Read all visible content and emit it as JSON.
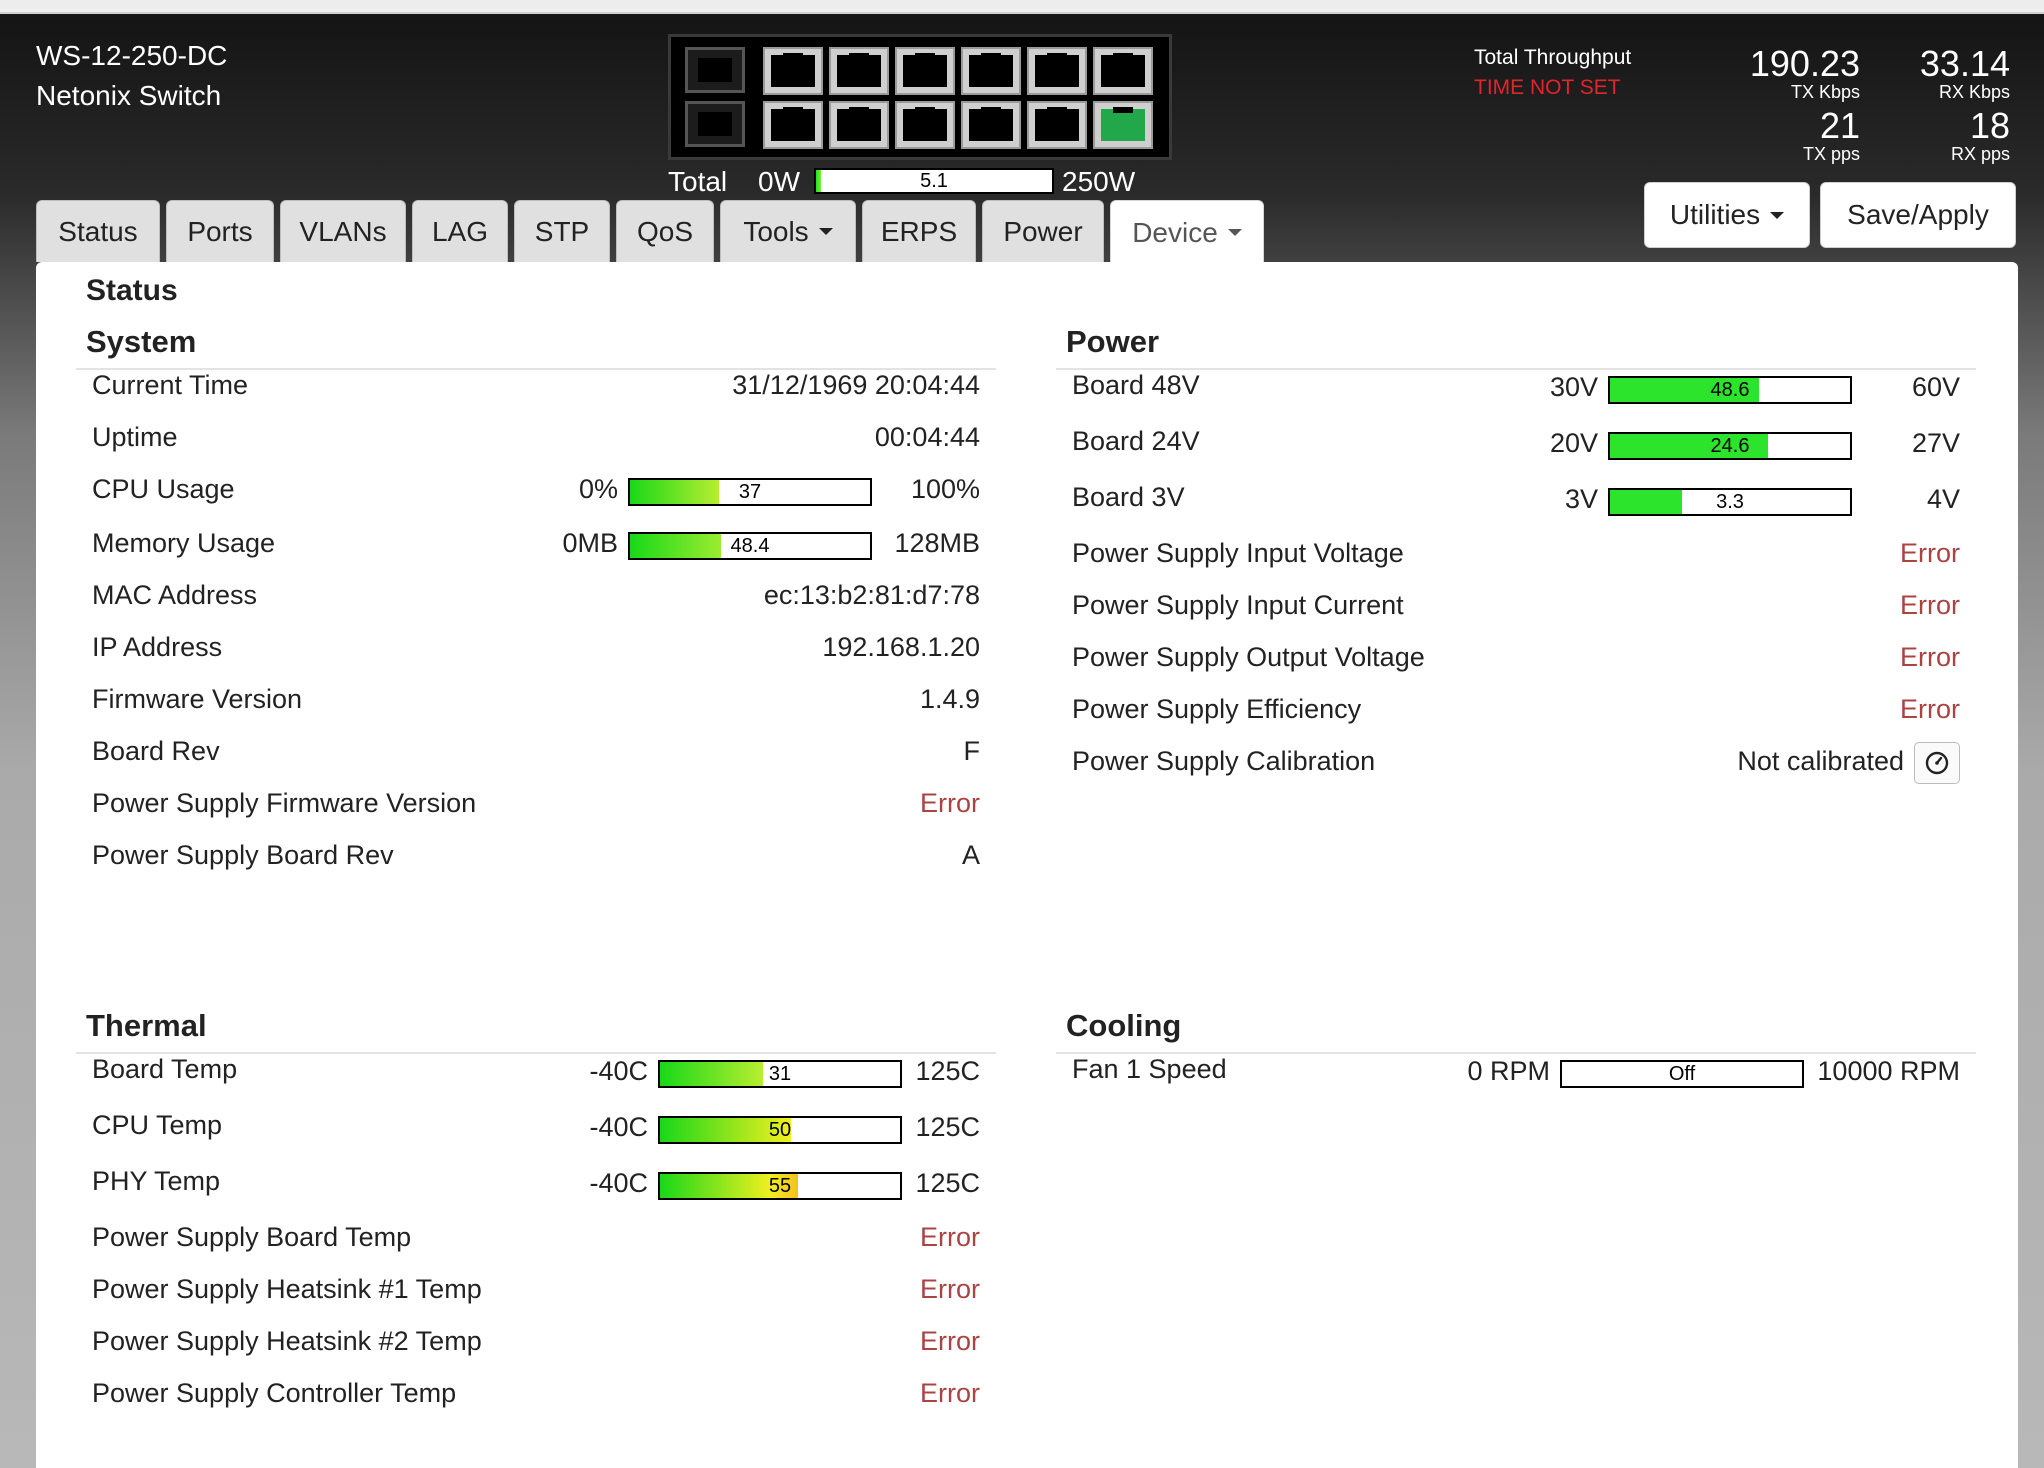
{
  "device": {
    "model": "WS-12-250-DC",
    "name": "Netonix Switch"
  },
  "power_total": {
    "label": "Total",
    "min": "0W",
    "max": "250W",
    "value": "5.1",
    "fraction": 0.0204
  },
  "ports": {
    "sfp_count": 2,
    "rj45_count": 12,
    "active_port": 12,
    "active_color": "#22a84a"
  },
  "throughput": {
    "title": "Total Throughput",
    "warning": "TIME NOT SET",
    "tx_kbps": "190.23",
    "tx_kbps_unit": "TX Kbps",
    "rx_kbps": "33.14",
    "rx_kbps_unit": "RX Kbps",
    "tx_pps": "21",
    "tx_pps_unit": "TX pps",
    "rx_pps": "18",
    "rx_pps_unit": "RX pps"
  },
  "buttons": {
    "utilities": "Utilities",
    "save": "Save/Apply"
  },
  "tabs": [
    {
      "label": "Status"
    },
    {
      "label": "Ports"
    },
    {
      "label": "VLANs"
    },
    {
      "label": "LAG"
    },
    {
      "label": "STP"
    },
    {
      "label": "QoS"
    },
    {
      "label": "Tools"
    },
    {
      "label": "ERPS"
    },
    {
      "label": "Power"
    },
    {
      "label": "Device"
    }
  ],
  "page_title": "Status",
  "system": {
    "title": "System",
    "current_time": {
      "label": "Current Time",
      "value": "31/12/1969 20:04:44"
    },
    "uptime": {
      "label": "Uptime",
      "value": "00:04:44"
    },
    "cpu": {
      "label": "CPU Usage",
      "min": "0%",
      "max": "100%",
      "value": "37",
      "fraction": 0.37
    },
    "memory": {
      "label": "Memory Usage",
      "min": "0MB",
      "max": "128MB",
      "value": "48.4",
      "fraction": 0.378
    },
    "mac": {
      "label": "MAC Address",
      "value": "ec:13:b2:81:d7:78"
    },
    "ip": {
      "label": "IP Address",
      "value": "192.168.1.20"
    },
    "firmware": {
      "label": "Firmware Version",
      "value": "1.4.9"
    },
    "board_rev": {
      "label": "Board Rev",
      "value": "F"
    },
    "ps_firmware": {
      "label": "Power Supply Firmware Version",
      "value": "Error"
    },
    "ps_board_rev": {
      "label": "Power Supply Board Rev",
      "value": "A"
    }
  },
  "power": {
    "title": "Power",
    "board48": {
      "label": "Board 48V",
      "min": "30V",
      "max": "60V",
      "value": "48.6",
      "fraction": 0.62
    },
    "board24": {
      "label": "Board 24V",
      "min": "20V",
      "max": "27V",
      "value": "24.6",
      "fraction": 0.657
    },
    "board3": {
      "label": "Board 3V",
      "min": "3V",
      "max": "4V",
      "value": "3.3",
      "fraction": 0.3
    },
    "ps_in_v": {
      "label": "Power Supply Input Voltage",
      "value": "Error"
    },
    "ps_in_c": {
      "label": "Power Supply Input Current",
      "value": "Error"
    },
    "ps_out_v": {
      "label": "Power Supply Output Voltage",
      "value": "Error"
    },
    "ps_eff": {
      "label": "Power Supply Efficiency",
      "value": "Error"
    },
    "ps_cal": {
      "label": "Power Supply Calibration",
      "value": "Not calibrated"
    }
  },
  "thermal": {
    "title": "Thermal",
    "board": {
      "label": "Board Temp",
      "min": "-40C",
      "max": "125C",
      "value": "31",
      "fraction": 0.43
    },
    "cpu": {
      "label": "CPU Temp",
      "min": "-40C",
      "max": "125C",
      "value": "50",
      "fraction": 0.545
    },
    "phy": {
      "label": "PHY Temp",
      "min": "-40C",
      "max": "125C",
      "value": "55",
      "fraction": 0.576
    },
    "ps_board": {
      "label": "Power Supply Board Temp",
      "value": "Error"
    },
    "ps_hs1": {
      "label": "Power Supply Heatsink #1 Temp",
      "value": "Error"
    },
    "ps_hs2": {
      "label": "Power Supply Heatsink #2 Temp",
      "value": "Error"
    },
    "ps_ctrl": {
      "label": "Power Supply Controller Temp",
      "value": "Error"
    }
  },
  "cooling": {
    "title": "Cooling",
    "fan1": {
      "label": "Fan 1 Speed",
      "min": "0 RPM",
      "max": "10000 RPM",
      "value": "Off",
      "fraction": 0
    }
  },
  "colors": {
    "error": "#a94442",
    "warning": "#e3242b",
    "meter_green": "#2ce42c"
  }
}
